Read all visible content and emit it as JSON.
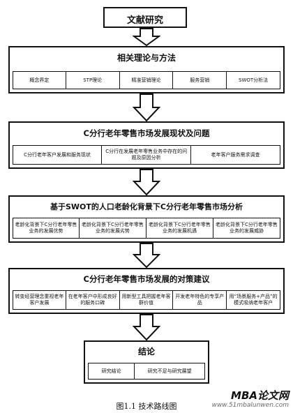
{
  "top": {
    "title": "文献研究"
  },
  "section1": {
    "title": "相关理论与方法",
    "items": [
      "概念界定",
      "STP理论",
      "精准营销理论",
      "服务营销",
      "SWOT分析法"
    ]
  },
  "section2": {
    "title": "C分行老年零售市场发展现状及问题",
    "items": [
      "C分行老年客户发展和服务现状",
      "C分行在发展老年零售业务中存在的问题及原因分析",
      "老年客户服务需求调查"
    ]
  },
  "section3": {
    "title": "基于SWOT的人口老龄化背景下C分行老年零售市场分析",
    "items": [
      "老龄化背景下C分行老年零售业务的发展优势",
      "老龄化背景下C分行老年零售业务的发展劣势",
      "老龄化背景下C分行老年零售业务的发展机遇",
      "老龄化背景下C分行老年零售业务的发展威胁"
    ]
  },
  "section4": {
    "title": "C分行老年零售市场发展的对策建议",
    "items": [
      "转变经营理念重视老年客户发展",
      "在老年客户中形成良好的服务口碑",
      "用新型工具把握老年客群价值",
      "开发老年特色的专享产品",
      "用“场景服务+产品”的模式吸纳老年客户"
    ]
  },
  "section5": {
    "title": "结论",
    "items": [
      "研究结论",
      "研究不足与研究展望"
    ]
  },
  "caption": "图1.1  技术路线图",
  "watermark": {
    "brand": "MBA论文网",
    "url": "www.51mbalunwen.com"
  }
}
